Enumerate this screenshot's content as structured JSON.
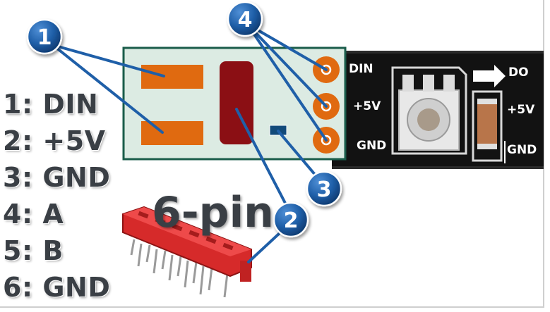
{
  "pins": [
    {
      "label": "1: DIN"
    },
    {
      "label": "2: +5V"
    },
    {
      "label": "3: GND"
    },
    {
      "label": "4: A"
    },
    {
      "label": "5: B"
    },
    {
      "label": "6: GND"
    }
  ],
  "connector_label": "6-pin",
  "strip_labels": {
    "din": "DIN",
    "do": "DO",
    "v5_left": "+5V",
    "v5_right": "+5V",
    "gnd_left": "GND",
    "gnd_right": "GND"
  },
  "callouts": [
    "1",
    "2",
    "3",
    "4"
  ],
  "colors": {
    "badge": "#1f5fa8",
    "pad": "#e06a10",
    "board": "#dcebe3",
    "board_border": "#1a5c4a",
    "fuse": "#8b0f14",
    "connector": "#d62a2a",
    "strip": "#111111"
  }
}
